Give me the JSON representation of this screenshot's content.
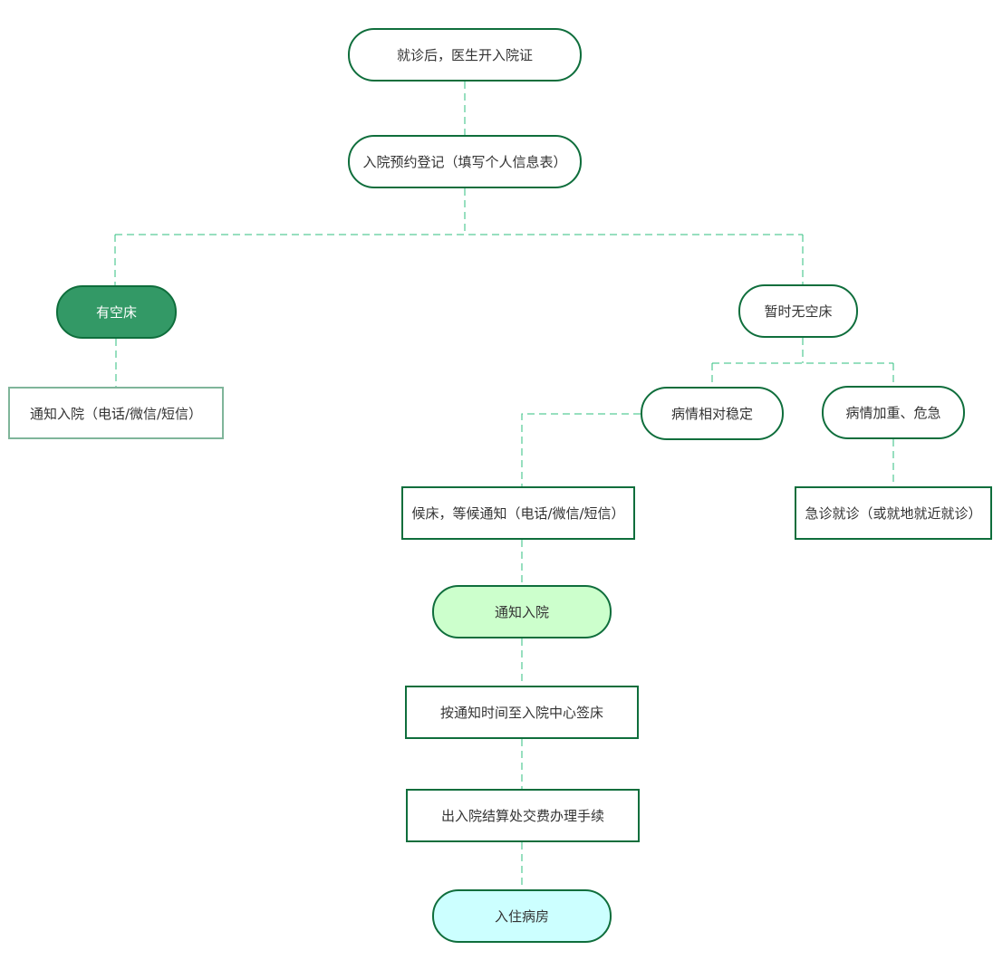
{
  "diagram": {
    "nodes": {
      "start": "就诊后，医生开入院证",
      "register": "入院预约登记（填写个人信息表）",
      "bed_available": "有空床",
      "no_bed": "暂时无空床",
      "notify_admit_contact": "通知入院（电话/微信/短信）",
      "stable": "病情相对稳定",
      "worsening": "病情加重、危急",
      "wait_bed": "候床，等候通知（电话/微信/短信）",
      "emergency": "急诊就诊（或就地就近就诊）",
      "notify_admit": "通知入院",
      "sign_bed": "按通知时间至入院中心签床",
      "pay": "出入院结算处交费办理手续",
      "ward": "入住病房"
    },
    "colors": {
      "border": "#0f6e3c",
      "border_light": "#7fb59a",
      "connector": "#2fbf7f",
      "filled": "#339966",
      "light_green": "#ccffcc",
      "cyan": "#ccffff"
    }
  }
}
